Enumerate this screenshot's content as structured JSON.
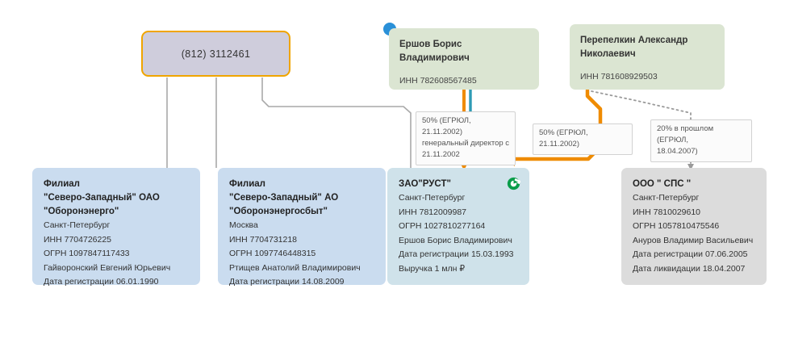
{
  "diagram": {
    "type": "entity-relationship-graph",
    "colors": {
      "phone_node_bg": "#cfcddc",
      "phone_node_border": "#f0a500",
      "person_bg": "#dbe5d2",
      "branch_bg": "#cadcef",
      "focus_company_bg": "#cfe2ea",
      "liquidated_bg": "#dcdcdc",
      "ownership_edge": "#ef8b00",
      "director_edge": "#2e9bb5",
      "plain_edge": "#a9a9a9",
      "past_edge": "#9a9a9a",
      "marker_dot": "#2a90d8",
      "bank_icon": "#0a9d4a"
    },
    "phone_node": {
      "label": "(812) 3112461"
    },
    "persons": [
      {
        "name": "Ершов  Борис  Владимирович",
        "inn": "ИНН 782608567485",
        "marker": "blue-dot"
      },
      {
        "name_line1": "Перепелкин  Александр",
        "name_line2": "Николаевич",
        "inn": "ИНН 781608929503"
      }
    ],
    "companies": [
      {
        "id": "branch-severo-zapadny-oao",
        "title_line1": "Филиал",
        "title_line2": "\"Северо-Западный\"  ОАО",
        "title_line3": "\"Оборонэнерго\"",
        "lines": [
          "Санкт-Петербург",
          "ИНН 7704726225",
          "ОГРН 1097847117433",
          "Гайворонский Евгений Юрьевич",
          "Дата регистрации 06.01.1990"
        ]
      },
      {
        "id": "branch-severo-zapadny-ao",
        "title_line1": "Филиал",
        "title_line2": "\"Северо-Западный\"  АО",
        "title_line3": "\"Оборонэнергосбыт\"",
        "lines": [
          "Москва",
          "ИНН 7704731218",
          "ОГРН 1097746448315",
          "Ртищев Анатолий Владимирович",
          "Дата регистрации 14.08.2009"
        ]
      },
      {
        "id": "zao-rust",
        "title_line1": "ЗАО\"РУСТ\"",
        "icon": "sberbank-icon",
        "lines": [
          "Санкт-Петербург",
          "ИНН 7812009987",
          "ОГРН 1027810277164",
          "Ершов Борис Владимирович",
          "Дата регистрации 15.03.1993",
          "Выручка 1 млн ₽"
        ]
      },
      {
        "id": "ooo-sps",
        "title_line1": "ООО \"  СПС  \"",
        "lines": [
          "Санкт-Петербург",
          "ИНН 7810029610",
          "ОГРН 1057810475546",
          "Ануров Владимир Васильевич",
          "Дата регистрации 07.06.2005",
          "Дата ликвидации 18.04.2007"
        ]
      }
    ],
    "edge_labels": [
      {
        "id": "ershov-to-rust",
        "line1": "50% (ЕГРЮЛ, 21.11.2002)",
        "line2": "генеральный директор с",
        "line3": "21.11.2002"
      },
      {
        "id": "perepelkin-to-rust",
        "line1": "50% (ЕГРЮЛ, 21.11.2002)"
      },
      {
        "id": "perepelkin-to-sps",
        "line1": "20% в прошлом (ЕГРЮЛ,",
        "line2": "18.04.2007)"
      }
    ]
  }
}
